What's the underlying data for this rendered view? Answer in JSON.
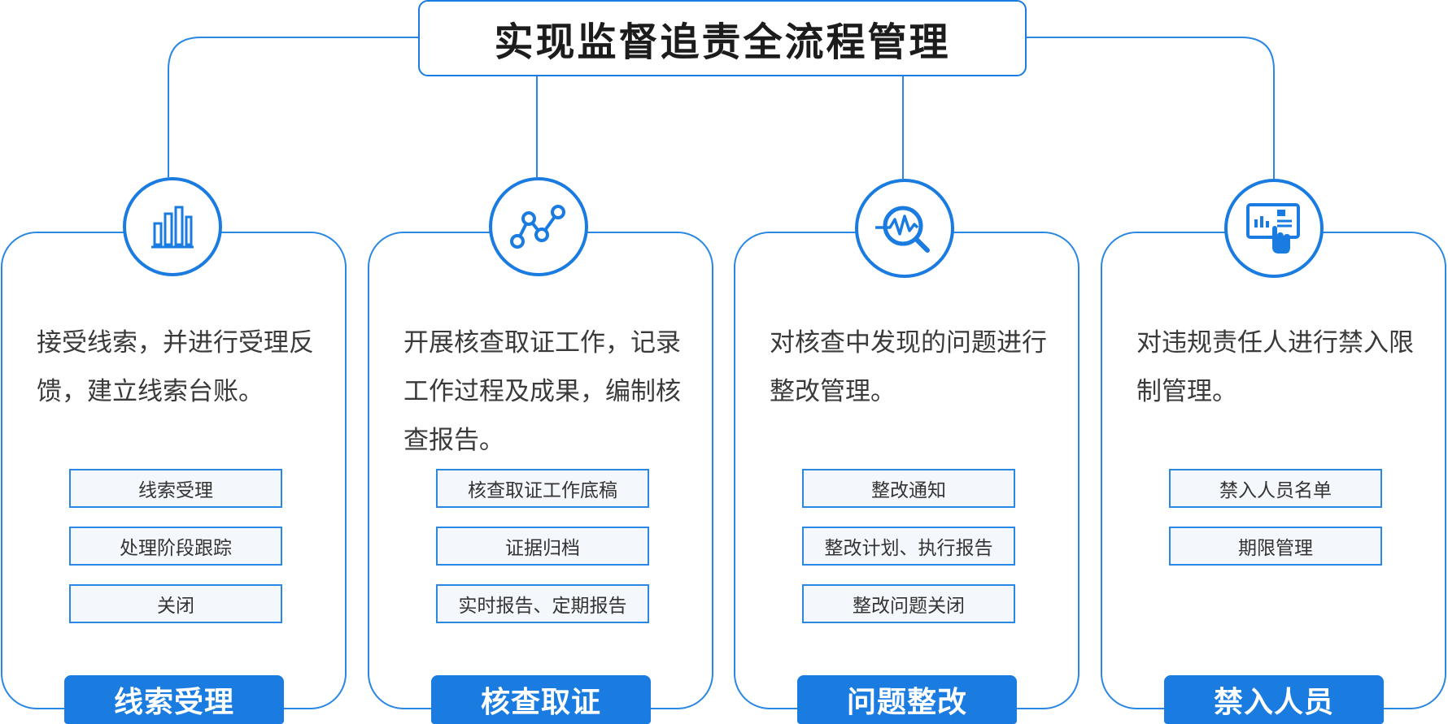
{
  "title": "实现监督追责全流程管理",
  "accent_color": "#1a7be0",
  "cards": [
    {
      "icon": "bar-chart-icon",
      "description": "接受线索，并进行受理反馈，建立线索台账。",
      "items": [
        "线索受理",
        "处理阶段跟踪",
        "关闭"
      ],
      "label": "线索受理"
    },
    {
      "icon": "line-nodes-icon",
      "description": "开展核查取证工作，记录工作过程及成果，编制核查报告。",
      "items": [
        "核查取证工作底稿",
        "证据归档",
        "实时报告、定期报告"
      ],
      "label": "核查取证"
    },
    {
      "icon": "magnifier-pulse-icon",
      "description": "对核查中发现的问题进行整改管理。",
      "items": [
        "整改通知",
        "整改计划、执行报告",
        "整改问题关闭"
      ],
      "label": "问题整改"
    },
    {
      "icon": "touch-dashboard-icon",
      "description": "对违规责任人进行禁入限制管理。",
      "items": [
        "禁入人员名单",
        "期限管理"
      ],
      "label": "禁入人员"
    }
  ]
}
